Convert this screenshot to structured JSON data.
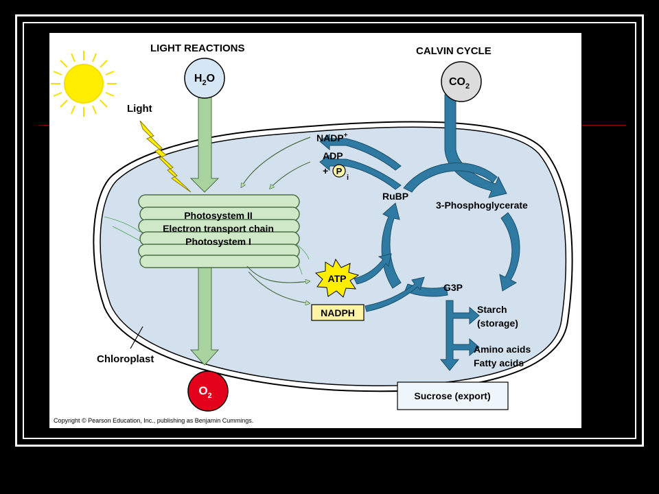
{
  "headings": {
    "light": "LIGHT REACTIONS",
    "calvin": "CALVIN CYCLE"
  },
  "molecules": {
    "water": "H",
    "water_sub": "2",
    "water_o": "O",
    "co2": "CO",
    "co2_sub": "2",
    "o2": "O",
    "o2_sub": "2"
  },
  "labels": {
    "light": "Light",
    "nadp": "NADP",
    "nadp_sup": "+",
    "adp": "ADP",
    "pi_plus": "+",
    "pi_p": "P",
    "pi_i": "i",
    "rubp": "RuBP",
    "pga": "3-Phosphoglycerate",
    "g3p": "G3P",
    "starch": "Starch",
    "storage": "(storage)",
    "amino": "Amino acids",
    "fatty": "Fatty acids",
    "sucrose": "Sucrose (export)",
    "atp": "ATP",
    "nadph": "NADPH",
    "chloroplast": "Chloroplast"
  },
  "thylakoid_lines": [
    "Photosystem II",
    "Electron transport chain",
    "Photosystem I"
  ],
  "copyright": "Copyright © Pearson Education, Inc., publishing as Benjamin Cummings.",
  "colors": {
    "stroma": "#d3e1ee",
    "thylakoid": "#cfe8c8",
    "thylakoid_stroke": "#4b6e46",
    "calvin_arrow": "#2f7aa3",
    "light_arrow": "#a9d39e",
    "sun": "#ffee00",
    "atp_star": "#ffee00",
    "nadph_box": "#fff3a6",
    "o2": "#e3001b",
    "bubble": "#d5e6f5"
  }
}
